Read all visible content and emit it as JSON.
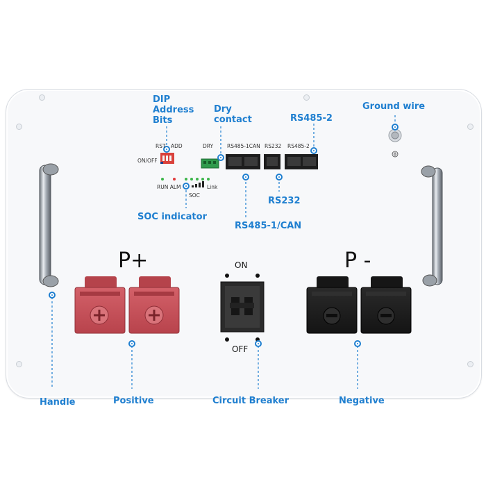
{
  "callouts": {
    "dip": "DIP Address Bits",
    "dip_l1": "DIP",
    "dip_l2": "Address",
    "dip_l3": "Bits",
    "dry_l1": "Dry",
    "dry_l2": "contact",
    "rs485_2": "RS485-2",
    "ground": "Ground wire",
    "soc": "SOC indicator",
    "rs232": "RS232",
    "rs485_1": "RS485-1/CAN",
    "handle": "Handle",
    "positive": "Positive",
    "breaker": "Circuit Breaker",
    "negative": "Negative"
  },
  "panel_labels": {
    "rst": "RST",
    "add": "ADD",
    "onoff": "ON/OFF",
    "dry": "DRY",
    "rs485_1can": "RS485-1CAN",
    "rs232": "RS232",
    "rs485_2": "RS485-2",
    "run_alm": "RUN ALM",
    "soc": "SOC",
    "link": "Link"
  },
  "terminals": {
    "positive_mark": "P+",
    "negative_mark": "P -"
  },
  "breaker": {
    "on": "ON",
    "off": "OFF"
  },
  "colors": {
    "callout": "#1f7fd0",
    "positive_terminal": "#c9525a",
    "negative_terminal": "#1c1c1c",
    "led_green": "#3cb54a",
    "led_red": "#e03a3a"
  },
  "icons": [
    "ground-symbol-icon",
    "plus-icon",
    "leader-dot-icon",
    "handle-icon"
  ]
}
